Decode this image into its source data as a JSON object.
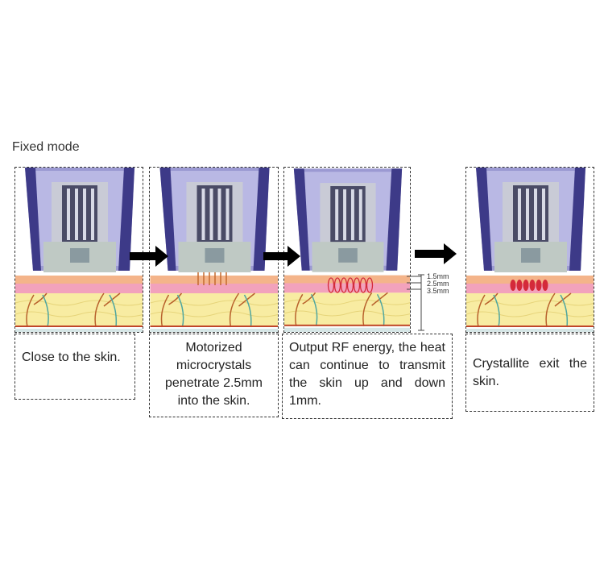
{
  "title": "Fixed mode",
  "steps": [
    {
      "text": "Close to the skin."
    },
    {
      "text": "Motorized microcrystals penetrate 2.5mm into the skin."
    },
    {
      "text": "Output RF energy, the heat can continue to transmit the skin up and down 1mm."
    },
    {
      "text": "Crystallite exit the skin."
    }
  ],
  "depth_labels": [
    "1.5mm",
    "2.5mm",
    "3.5mm"
  ],
  "colors": {
    "applicator": "#8e8cc8",
    "epidermis": "#f2b58c",
    "dermis": "#f0a0b8",
    "fat": "#f7ea9a",
    "heat": "#d42a3a"
  }
}
